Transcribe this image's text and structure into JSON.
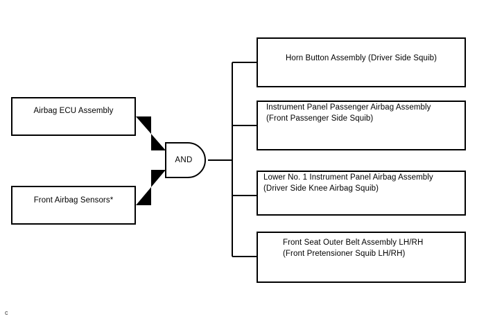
{
  "diagram": {
    "type": "fault-tree",
    "gate": {
      "label": "AND",
      "kind": "and-gate"
    },
    "inputs": [
      {
        "id": "airbag-ecu-assembly",
        "label": "Airbag ECU Assembly"
      },
      {
        "id": "front-airbag-sensors",
        "label": "Front Airbag Sensors*"
      }
    ],
    "outputs": [
      {
        "id": "horn-button-assembly",
        "line1": "Horn Button Assembly (Driver Side Squib)",
        "line2": ""
      },
      {
        "id": "instrument-panel-passenger-airbag-assembly",
        "line1": "Instrument Panel Passenger Airbag Assembly",
        "line2": "(Front Passenger Side Squib)"
      },
      {
        "id": "lower-no1-instrument-panel-airbag-assembly",
        "line1": "Lower No. 1 Instrument Panel Airbag Assembly",
        "line2": "(Driver Side Knee Airbag Squib)"
      },
      {
        "id": "front-seat-outer-belt-assembly",
        "line1": "Front Seat Outer Belt Assembly LH/RH",
        "line2": "(Front Pretensioner Squib LH/RH)"
      }
    ],
    "footnote_mark": "c",
    "colors": {
      "stroke": "#000000",
      "background": "#ffffff",
      "text": "#000000"
    }
  }
}
